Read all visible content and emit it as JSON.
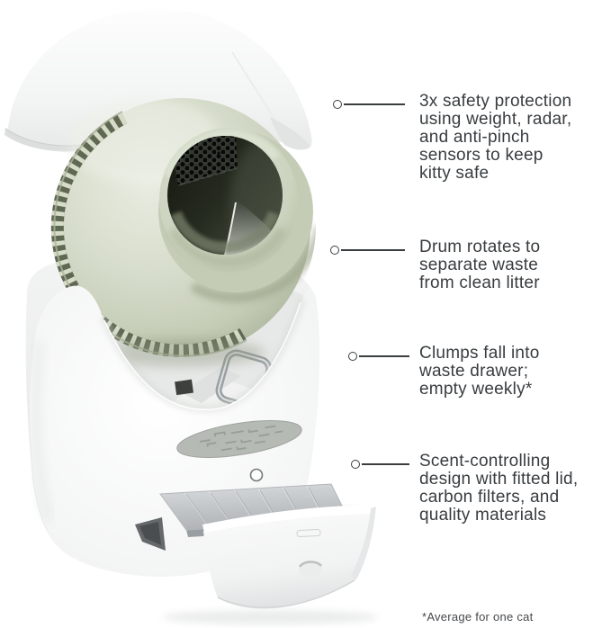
{
  "figure": {
    "type": "product-infographic",
    "subject": "automatic self-cleaning cat litter box",
    "background": "#ffffff"
  },
  "palette": {
    "text": "#393d40",
    "connector_line": "#3a3e41",
    "drum_sage": "#ccd3c4",
    "drum_teeth_dark": "#5f6852",
    "drum_interior_dark": "#23271f",
    "base_white": "#f5f6f6",
    "pedal_gray": "#b6bab5",
    "drawer_lid_gray": "#b4b8bc"
  },
  "callouts": [
    {
      "id": "safety",
      "text": "3x safety protection\nusing weight, radar,\nand anti-pinch\nsensors to keep\nkitty safe"
    },
    {
      "id": "drum",
      "text": "Drum rotates to\nseparate waste\nfrom clean litter"
    },
    {
      "id": "waste-drawer",
      "text": "Clumps fall into\nwaste drawer;\nempty weekly*"
    },
    {
      "id": "scent",
      "text": "Scent-controlling\ndesign with fitted lid,\ncarbon filters, and\nquality materials"
    }
  ],
  "footnote": "*Average for one cat"
}
